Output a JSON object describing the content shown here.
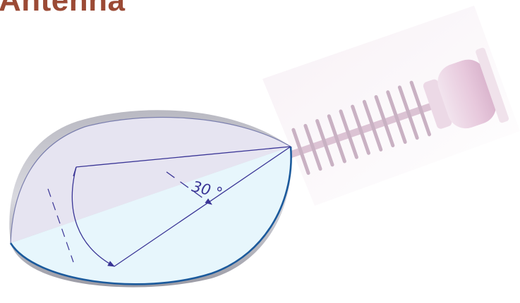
{
  "title": "Antenna",
  "diagram": {
    "angle_label": "30 °",
    "colors": {
      "title": "#9b4a35",
      "lobe_upper_fill": "#e6e4f1",
      "lobe_lower_fill": "#e7f6fc",
      "lobe_rim": "#1b5a9c",
      "lines": "#3a3596",
      "antenna": "#ead7e3"
    },
    "icons": [
      "yagi-antenna-image",
      "radiation-lobe"
    ]
  }
}
